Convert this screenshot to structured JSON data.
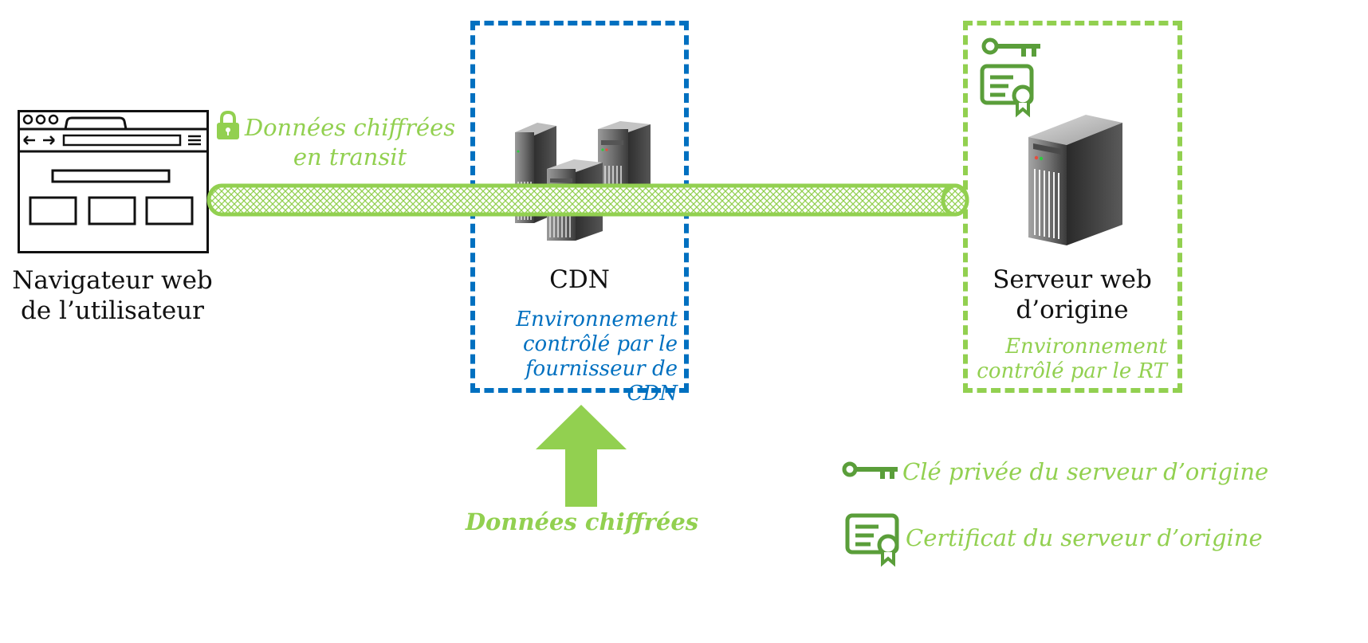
{
  "browser": {
    "label_line1": "Navigateur web",
    "label_line2": "de l’utilisateur",
    "icon": "browser-window-icon"
  },
  "transit": {
    "label_line1": "Données chiffrées",
    "label_line2": "en transit",
    "icon": "padlock-icon"
  },
  "cdn": {
    "label": "CDN",
    "env_line1": "Environnement",
    "env_line2": "contrôlé par le",
    "env_line3": "fournisseur de CDN",
    "icon": "server-cluster-icon"
  },
  "origin": {
    "label_line1": "Serveur web",
    "label_line2": "d’origine",
    "env_line1": "Environnement",
    "env_line2": "contrôlé par le RT",
    "icons": [
      "key-icon",
      "certificate-icon",
      "server-tower-icon"
    ]
  },
  "arrow": {
    "label": "Données chiffrées",
    "icon": "up-arrow-icon"
  },
  "legend": {
    "key_label": "Clé privée du serveur d’origine",
    "cert_label": "Certificat du serveur d’origine"
  },
  "colors": {
    "green": "#92d050",
    "dark_green": "#5a9e3a",
    "blue": "#0070c0",
    "text": "#111111"
  }
}
